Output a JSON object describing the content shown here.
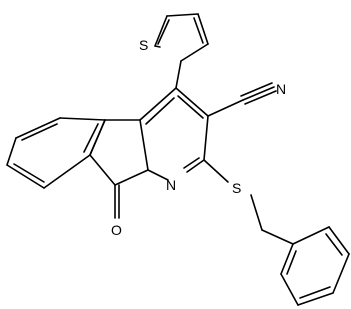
{
  "molecule": {
    "atoms": {
      "thiophene_s": "S",
      "nitrile_n": "N",
      "pyridine_n": "N",
      "thioether_s": "S",
      "carbonyl_o": "O"
    }
  },
  "colors": {
    "background": "#ffffff",
    "bond": "#000000"
  }
}
